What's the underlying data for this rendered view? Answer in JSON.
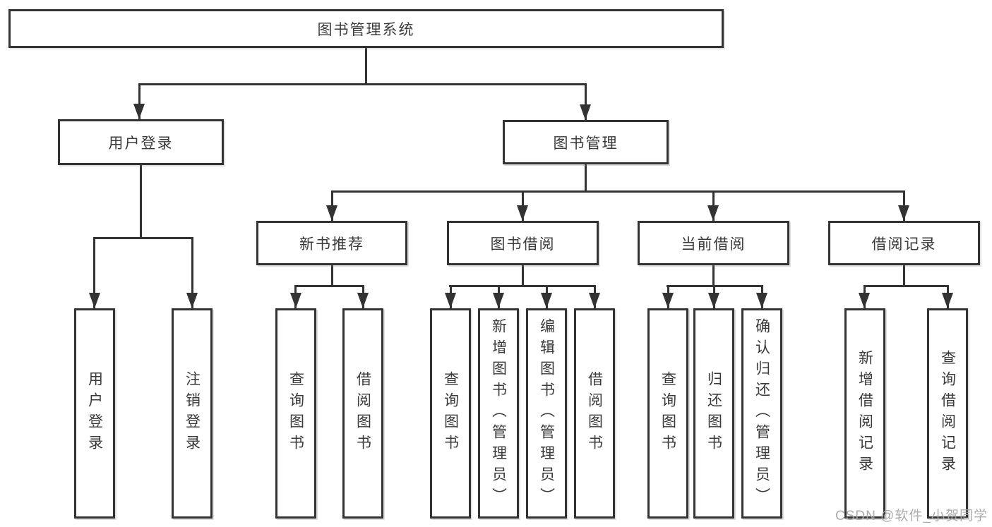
{
  "diagram": {
    "tree": {
      "label": "图书管理系统",
      "children": [
        {
          "label": "用户登录",
          "children": [
            {
              "label": "用户登录"
            },
            {
              "label": "注销登录"
            }
          ]
        },
        {
          "label": "图书管理",
          "children": [
            {
              "label": "新书推荐",
              "children": [
                {
                  "label": "查询图书"
                },
                {
                  "label": "借阅图书"
                }
              ]
            },
            {
              "label": "图书借阅",
              "children": [
                {
                  "label": "查询图书"
                },
                {
                  "label": "新增图书（管理员）"
                },
                {
                  "label": "编辑图书（管理员）"
                },
                {
                  "label": "借阅图书"
                }
              ]
            },
            {
              "label": "当前借阅",
              "children": [
                {
                  "label": "查询图书"
                },
                {
                  "label": "归还图书"
                },
                {
                  "label": "确认归还（管理员）"
                }
              ]
            },
            {
              "label": "借阅记录",
              "children": [
                {
                  "label": "新增借阅记录"
                },
                {
                  "label": "查询借阅记录"
                }
              ]
            }
          ]
        }
      ]
    },
    "watermark": "CSDN @软件_小贺同学",
    "colors": {
      "line": "#333333",
      "text": "#3a3a3a",
      "background": "#ffffff",
      "watermark": "#a8a8a8"
    }
  }
}
